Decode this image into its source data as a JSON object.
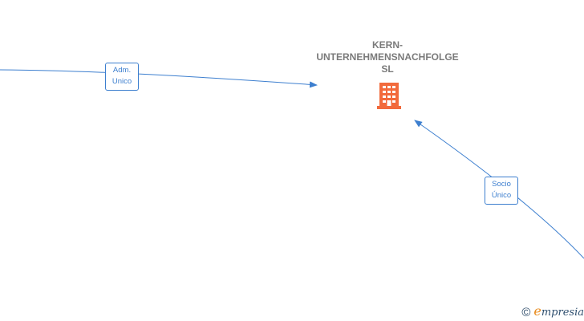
{
  "company": {
    "name_lines": [
      "KERN-",
      "UNTERNEHMENSNACHFOLGE",
      "SL"
    ],
    "icon": "building-icon",
    "icon_color": "#f26a3c"
  },
  "relations": [
    {
      "label_lines": [
        "Adm.",
        "Unico"
      ]
    },
    {
      "label_lines": [
        "Socio",
        "Único"
      ]
    }
  ],
  "colors": {
    "edge": "#3d7fcf",
    "label_text": "#3d7fcf",
    "name_text": "#7a7a7a"
  },
  "footer": {
    "copyright_symbol": "©",
    "brand_initial": "e",
    "brand_rest": "mpresia"
  }
}
